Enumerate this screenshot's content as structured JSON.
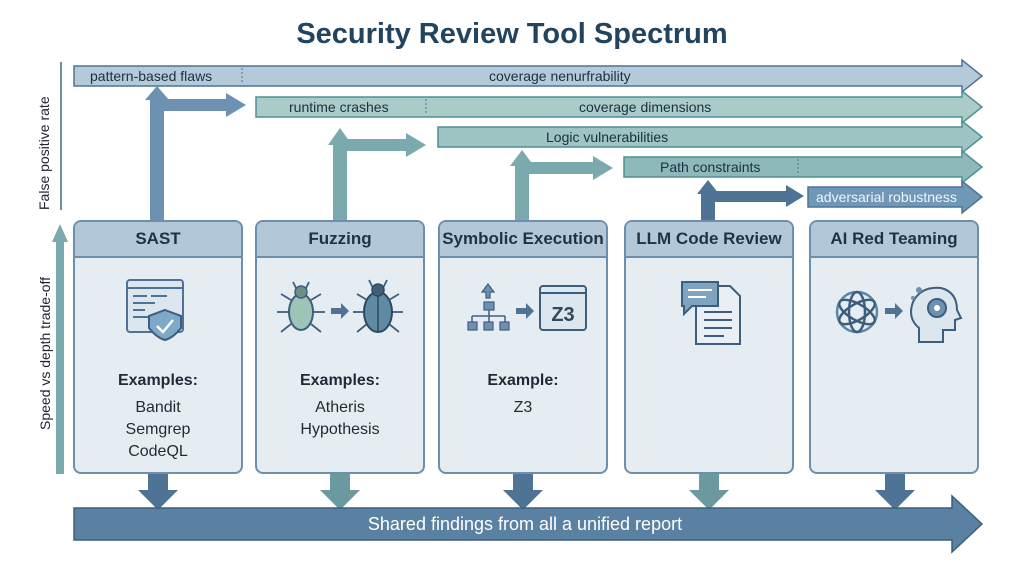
{
  "title": "Security Review Tool Spectrum",
  "axis": {
    "top_label": "False positive rate",
    "bottom_label": "Speed vs depth trade-off"
  },
  "bars": [
    {
      "left_text": "pattern-based flaws",
      "right_text": "coverage nenurfrability"
    },
    {
      "left_text": "runtime crashes",
      "right_text": "coverage dimensions"
    },
    {
      "left_text": "Logic vulnerabilities"
    },
    {
      "left_text": "Path constraints"
    },
    {
      "left_text": "adversarial robustness"
    }
  ],
  "tools": [
    {
      "name": "SAST",
      "examples_label": "Examples:",
      "examples": [
        "Bandit",
        "Semgrep",
        "CodeQL"
      ]
    },
    {
      "name": "Fuzzing",
      "examples_label": "Examples:",
      "examples": [
        "Atheris",
        "Hypothesis"
      ]
    },
    {
      "name": "Symbolic Execution",
      "examples_label": "Example:",
      "examples": [
        "Z3"
      ],
      "icon_text": "Z3"
    },
    {
      "name": "LLM Code Review"
    },
    {
      "name": "AI Red Teaming"
    }
  ],
  "footer": "Shared findings from all a unified report",
  "colors": {
    "dark_arrow": "#4f7394",
    "teal": "#7aa9ae",
    "panel": "#e6edf2",
    "header": "#b2c8d8"
  }
}
